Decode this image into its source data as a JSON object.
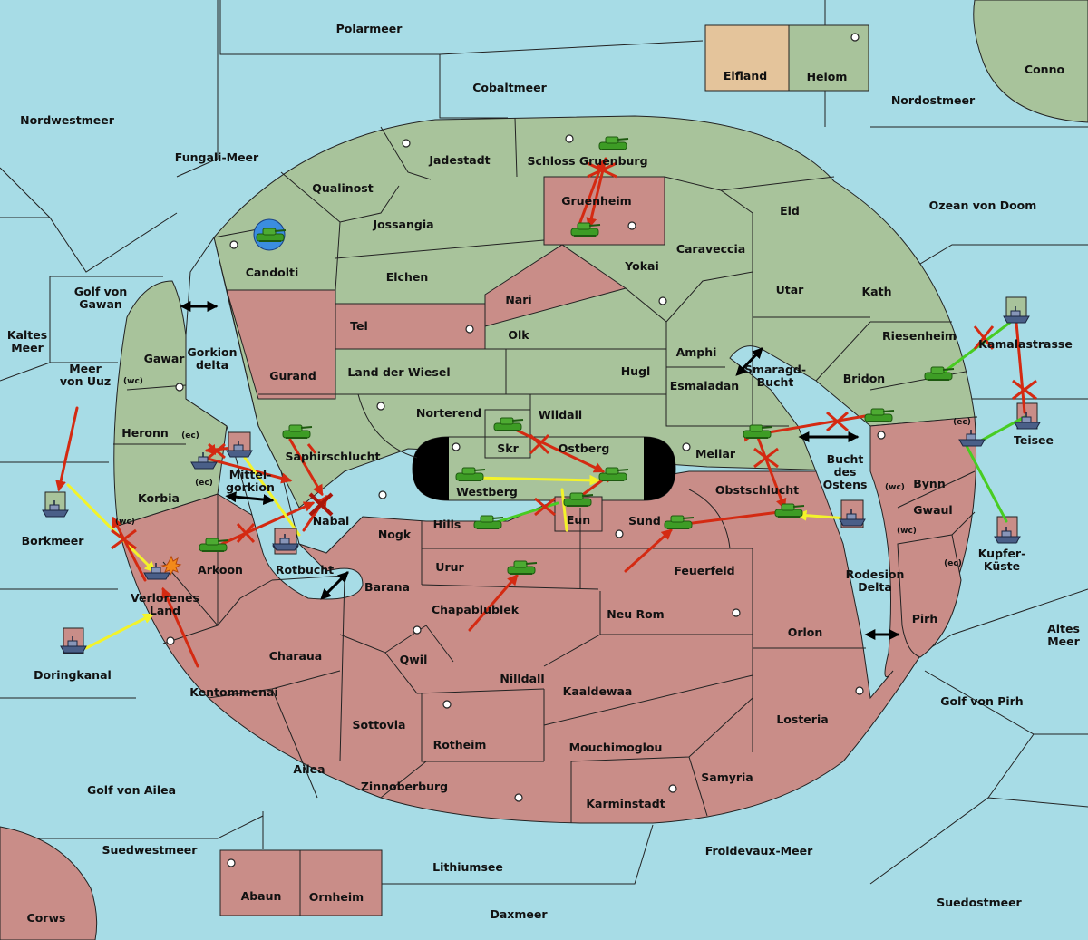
{
  "colors": {
    "sea": "#a7dce6",
    "green": "#a8c39b",
    "red": "#c98d88",
    "tan": "#e4c49b",
    "arrow_red": "#d42a12",
    "arrow_yellow": "#f3f32a",
    "arrow_green": "#48cc22",
    "tank": "#3d9c25"
  },
  "labels": {
    "seas": {
      "polarmeer": "Polarmeer",
      "cobaltmeer": "Cobaltmeer",
      "nordwestmeer": "Nordwestmeer",
      "fungali": "Fungali-Meer",
      "nordostmeer": "Nordostmeer",
      "ozean": "Ozean von Doom",
      "golf_gawan": "Golf von\nGawan",
      "kaltes": "Kaltes\nMeer",
      "uuz": "Meer\nvon Uuz",
      "borkmeer": "Borkmeer",
      "doringkanal": "Doringkanal",
      "golf_ailea": "Golf von Ailea",
      "suedwestmeer": "Suedwestmeer",
      "lithiumsee": "Lithiumsee",
      "daxmeer": "Daxmeer",
      "froidevaux": "Froidevaux-Meer",
      "suedostmeer": "Suedostmeer",
      "golf_pirh": "Golf von Pirh",
      "altes": "Altes\nMeer",
      "kamalastrasse": "Kamalastrasse",
      "kupfer": "Kupfer-\nKüste",
      "rodesion": "Rodesion\nDelta",
      "bucht_ostens": "Bucht\ndes\nOstens",
      "smaragd": "Smaragd-\nBucht",
      "gorkion": "Gorkion\ndelta",
      "mittelgorkion": "Mittel-\ngorkion",
      "rotbucht": "Rotbucht"
    },
    "lands": {
      "elfland": "Elfland",
      "helom": "Helom",
      "conno": "Conno",
      "corws": "Corws",
      "abaun": "Abaun",
      "ornheim": "Ornheim",
      "teisee": "Teisee",
      "jadestadt": "Jadestadt",
      "schloss": "Schloss Gruenburg",
      "qualinost": "Qualinost",
      "gruenheim": "Gruenheim",
      "eld": "Eld",
      "jossangia": "Jossangia",
      "candolti": "Candolti",
      "caraveccia": "Caraveccia",
      "elchen": "Elchen",
      "yokai": "Yokai",
      "utar": "Utar",
      "kath": "Kath",
      "nari": "Nari",
      "tel": "Tel",
      "olk": "Olk",
      "riesenheim": "Riesenheim",
      "amphi": "Amphi",
      "gawar": "Gawar",
      "gurand": "Gurand",
      "land_wiesel": "Land der Wiesel",
      "hugl": "Hugl",
      "bridon": "Bridon",
      "esmaladan": "Esmaladan",
      "norterend": "Norterend",
      "wildall": "Wildall",
      "heronn": "Heronn",
      "saphir": "Saphirschlucht",
      "skr": "Skr",
      "ostberg": "Ostberg",
      "mellar": "Mellar",
      "korbia": "Korbia",
      "westberg": "Westberg",
      "obstschlucht": "Obstschlucht",
      "bynn": "Bynn",
      "nabai": "Nabai",
      "gwaul": "Gwaul",
      "hills": "Hills",
      "eun": "Eun",
      "sund": "Sund",
      "nogk": "Nogk",
      "arkoon": "Arkoon",
      "urur": "Urur",
      "feuerfeld": "Feuerfeld",
      "pirh": "Pirh",
      "barana": "Barana",
      "verlorenes": "Verlorenes\nLand",
      "chapablublek": "Chapablublek",
      "neurom": "Neu Rom",
      "orlon": "Orlon",
      "qwil": "Qwil",
      "charaua": "Charaua",
      "nilldall": "Nilldall",
      "kaaldewaa": "Kaaldewaa",
      "kentommenai": "Kentommenai",
      "losteria": "Losteria",
      "sottovia": "Sottovia",
      "rotheim": "Rotheim",
      "mouchimoglou": "Mouchimoglou",
      "ailea": "Ailea",
      "samyria": "Samyria",
      "zinnoberburg": "Zinnoberburg",
      "karminstadt": "Karminstadt"
    },
    "coasts": {
      "wc": "(wc)",
      "ec": "(ec)"
    }
  }
}
